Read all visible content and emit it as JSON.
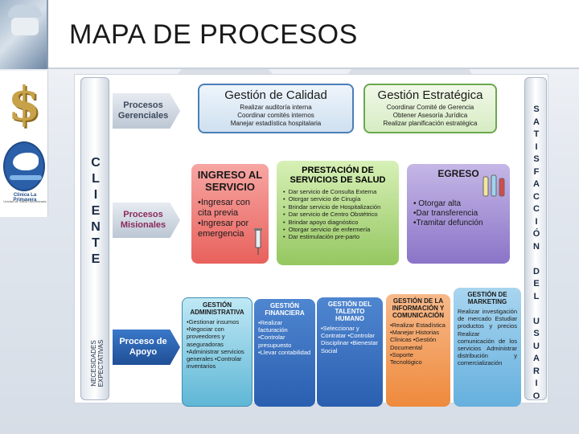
{
  "title": "MAPA DE PROCESOS",
  "clinic": {
    "name": "Clinica La Primavera",
    "subtitle": "Unidad de Salud Humanizada"
  },
  "client_bar": {
    "letters": [
      "C",
      "L",
      "I",
      "E",
      "N",
      "T",
      "E"
    ],
    "needs": "NECESIDADES EXPECTATIVAS"
  },
  "satisfaction_bar": {
    "letters": [
      "S",
      "A",
      "T",
      "I",
      "S",
      "F",
      "A",
      "C",
      "C",
      "I",
      "Ó",
      "N",
      "",
      "D",
      "E",
      "L",
      "",
      "U",
      "S",
      "U",
      "A",
      "R",
      "I",
      "O"
    ]
  },
  "process_labels": {
    "gerenciales": "Procesos Gerenciales",
    "misionales": "Procesos Misionales",
    "apoyo": "Proceso de Apoyo"
  },
  "gerenciales": {
    "calidad": {
      "title": "Gestión de Calidad",
      "lines": [
        "Realizar auditoría interna",
        "Coordinar comités internos",
        "Manejar estadística hospitalaria"
      ]
    },
    "estrategica": {
      "title": "Gestión Estratégica",
      "lines": [
        "Coordinar Comité de Gerencia",
        "Obtener Asesoría Jurídica",
        "Realizar planificación estratégica"
      ]
    }
  },
  "misionales": {
    "ingreso": {
      "title": "INGRESO AL SERVICIO",
      "items": [
        "•Ingresar con cita previa",
        "•Ingresar por emergencia"
      ]
    },
    "prestacion": {
      "title": "PRESTACIÓN DE SERVICIOS DE SALUD",
      "items": [
        "Dar servicio de Consulta Externa",
        "Otorgar servicio de Cirugía",
        "Brindar servicio de Hospitalización",
        "Dar servicio de Centro Obstétrico",
        "Brindar apoyo diagnóstico",
        "Otorgar servicio de enfermería",
        "Dar estimulación pre-parto"
      ]
    },
    "egreso": {
      "title": "EGRESO",
      "items": [
        "• Otorgar alta",
        "•Dar transferencia",
        "•Tramitar defunción"
      ]
    }
  },
  "apoyo": {
    "administrativa": {
      "title": "GESTIÓN ADMINISTRATIVA",
      "text": "•Gestionar insumos •Negociar con proveedores y aseguradoras •Administrar servicios generales •Controlar inventarios"
    },
    "financiera": {
      "title": "GESTIÓN FINANCIERA",
      "text": "•Realizar facturación •Controlar presupuesto •Llevar contabilidad"
    },
    "talento": {
      "title": "GESTIÓN DEL TALENTO HUMANO",
      "text": "•Seleccionar y Contratar •Controlar Disciplinar •Bienestar Social"
    },
    "informacion": {
      "title": "GESTIÓN DE LA INFORMACIÓN Y COMUNICACIÓN",
      "text": "•Realizar Estadística •Manejar Historias Clínicas •Gestión Documental •Soporte Tecnológico"
    },
    "marketing": {
      "title": "GESTIÓN DE MARKETING",
      "text": "Realizar investigación de mercado Estudiar productos y precios Realizar comunicación de los servicios Administrar distribución y comercialización"
    }
  }
}
